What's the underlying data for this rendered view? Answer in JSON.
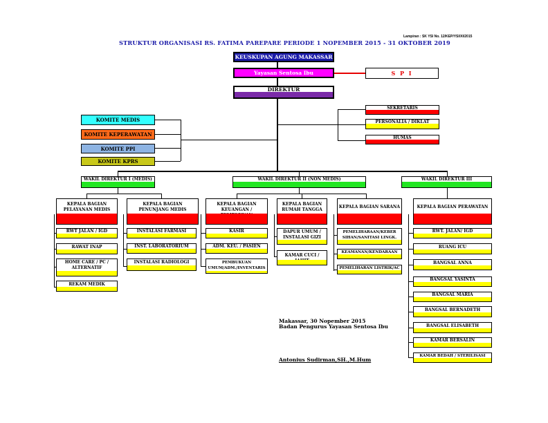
{
  "header": {
    "lampiran": "Lampiran : SK YSI No. 12/KEP/YSI/XI/2015",
    "title": "STRUKTUR ORGANISASI RS. FATIMA PAREPARE PERIODE 1 NOPEMBER 2015 - 31 OKTOBER 2019"
  },
  "top": {
    "keuskupan": "KEUSKUPAN AGUNG MAKASSAR",
    "yayasan": "Yayasan Sentosa Ibu",
    "spi": "S P I",
    "direktur": "DIREKTUR"
  },
  "staff": [
    "SEKRETARIS",
    "PERSONALIA / DIKLAT",
    "HUMAS"
  ],
  "komite": [
    "KOMITE MEDIS",
    "KOMITE KEPERAWATAN",
    "KOMITE PPI",
    "KOMITE KPRS"
  ],
  "wakil": [
    "WAKIL DIREKTUR I (MEDIS)",
    "WAKIL DIREKTUR II (NON MEDIS)",
    "WAKIL DIREKTUR III (KEPERAWATAN)"
  ],
  "kepala": [
    "KEPALA BAGIAN PELAYANAN MEDIS",
    "KEPALA BAGIAN PENUNJANG MEDIS",
    "KEPALA BAGIAN KEUANGAN / PEMBUKUAN",
    "KEPALA BAGIAN RUMAH TANGGA",
    "KEPALA BAGIAN SARANA",
    "KEPALA BAGIAN PERAWATAN"
  ],
  "units": {
    "pelayanan": [
      "RWT JALAN / IGD",
      "RAWAT INAP",
      "HOME CARE / PC / ALTERNATIF",
      "REKAM MEDIK"
    ],
    "penunjang": [
      "INSTALASI FARMASI",
      "INST. LABORATORIUM",
      "INSTALASI RADIOLOGI"
    ],
    "keuangan": [
      "KASIR",
      "ADM. KEU. / PASIEN",
      "PEMBUKUAN UMUM/ADM./INVENTARIS"
    ],
    "rumah_tangga": [
      "DAPUR UMUM / INSTALASI GIZI",
      "KAMAR CUCI / JAHIT"
    ],
    "sarana": [
      "PEMELIHARAAN/KEBER SIHAN/SANITASI LINGK.",
      "KEAMANAN/KENDARAAN",
      "PEMELIHARAN LISTRIK/AC"
    ],
    "perawatan": [
      "RWT. JALAN/ IGD",
      "RUANG ICU",
      "BANGSAL ANNA",
      "BANGSAL YASINTA",
      "BANGSAL MARIA",
      "BANGSAL BERNADETH",
      "BANGSAL ELISABETH",
      "KAMAR BERSALIN",
      "KAMAR BEDAH / STERILISASI"
    ]
  },
  "signature": {
    "place_date": "Makassar, 30 Nopember  2015",
    "org": "Badan Pengurus Yayasan Sentosa Ibu",
    "name": "Antonius Sudirman,SH.,M.Hum"
  },
  "colors": {
    "keuskupan": "#1a1aa8",
    "yayasan": "#ff00ff",
    "spi_text": "#e60000",
    "direktur_bar": "#7a2aa8",
    "komite_medis": "#33ffff",
    "komite_keperawatan": "#ff6a1a",
    "komite_ppi": "#8eb4e3",
    "komite_kprs": "#c8c81a",
    "title": "#1a1aa8"
  }
}
